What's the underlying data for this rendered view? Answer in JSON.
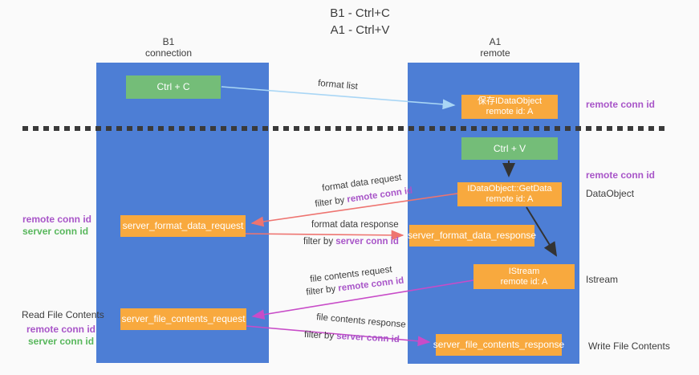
{
  "title": {
    "line1": "B1 - Ctrl+C",
    "line2": "A1 - Ctrl+V"
  },
  "columns": {
    "left": {
      "name": "B1",
      "role": "connection"
    },
    "right": {
      "name": "A1",
      "role": "remote"
    }
  },
  "nodes": {
    "ctrl_c": {
      "label": "Ctrl + C"
    },
    "ctrl_v": {
      "label": "Ctrl + V"
    },
    "save_dataobject": {
      "line1": "保存IDataObject",
      "line2": "remote id: A"
    },
    "getdata": {
      "line1": "IDataObject::GetData",
      "line2": "remote id: A"
    },
    "istream": {
      "line1": "IStream",
      "line2": "remote id: A"
    },
    "format_request": {
      "label": "server_format_data_request"
    },
    "format_response": {
      "label": "server_format_data_response"
    },
    "file_request": {
      "label": "server_file_contents_request"
    },
    "file_response": {
      "label": "server_file_contents_response"
    }
  },
  "flows": {
    "format_list": {
      "label": "format list"
    },
    "format_data_request": {
      "label": "format data request",
      "filter_prefix": "filter by ",
      "filter_key": "remote conn id"
    },
    "format_data_response": {
      "label": "format data response",
      "filter_prefix": "filter by ",
      "filter_key": "server conn id"
    },
    "file_contents_request": {
      "label": "file contents request",
      "filter_prefix": "filter by ",
      "filter_key": "remote conn id"
    },
    "file_contents_response": {
      "label": "file contents response",
      "filter_prefix": "filter by ",
      "filter_key": "server conn id"
    }
  },
  "side_labels": {
    "right_remote_conn_top": "remote conn id",
    "right_remote_conn_mid": "remote conn id",
    "right_dataobject": "DataObject",
    "right_istream": "Istream",
    "right_write": "Write File Contents",
    "left_remote_conn_mid": "remote conn id",
    "left_server_conn_mid": "server conn id",
    "left_read": "Read File Contents",
    "left_remote_conn_bottom": "remote conn id",
    "left_server_conn_bottom": "server conn id"
  },
  "colors": {
    "column_blue": "#4d7ed5",
    "box_green": "#74bd78",
    "box_orange": "#f8a93e",
    "arrow_light_blue": "#a9d6f5",
    "arrow_salmon": "#ee7470",
    "arrow_magenta": "#c84cc8",
    "arrow_black": "#333333",
    "text_purple": "#a855c8",
    "text_green": "#58b75c",
    "text_dark": "#3c3c3c",
    "background": "#fafafa"
  }
}
